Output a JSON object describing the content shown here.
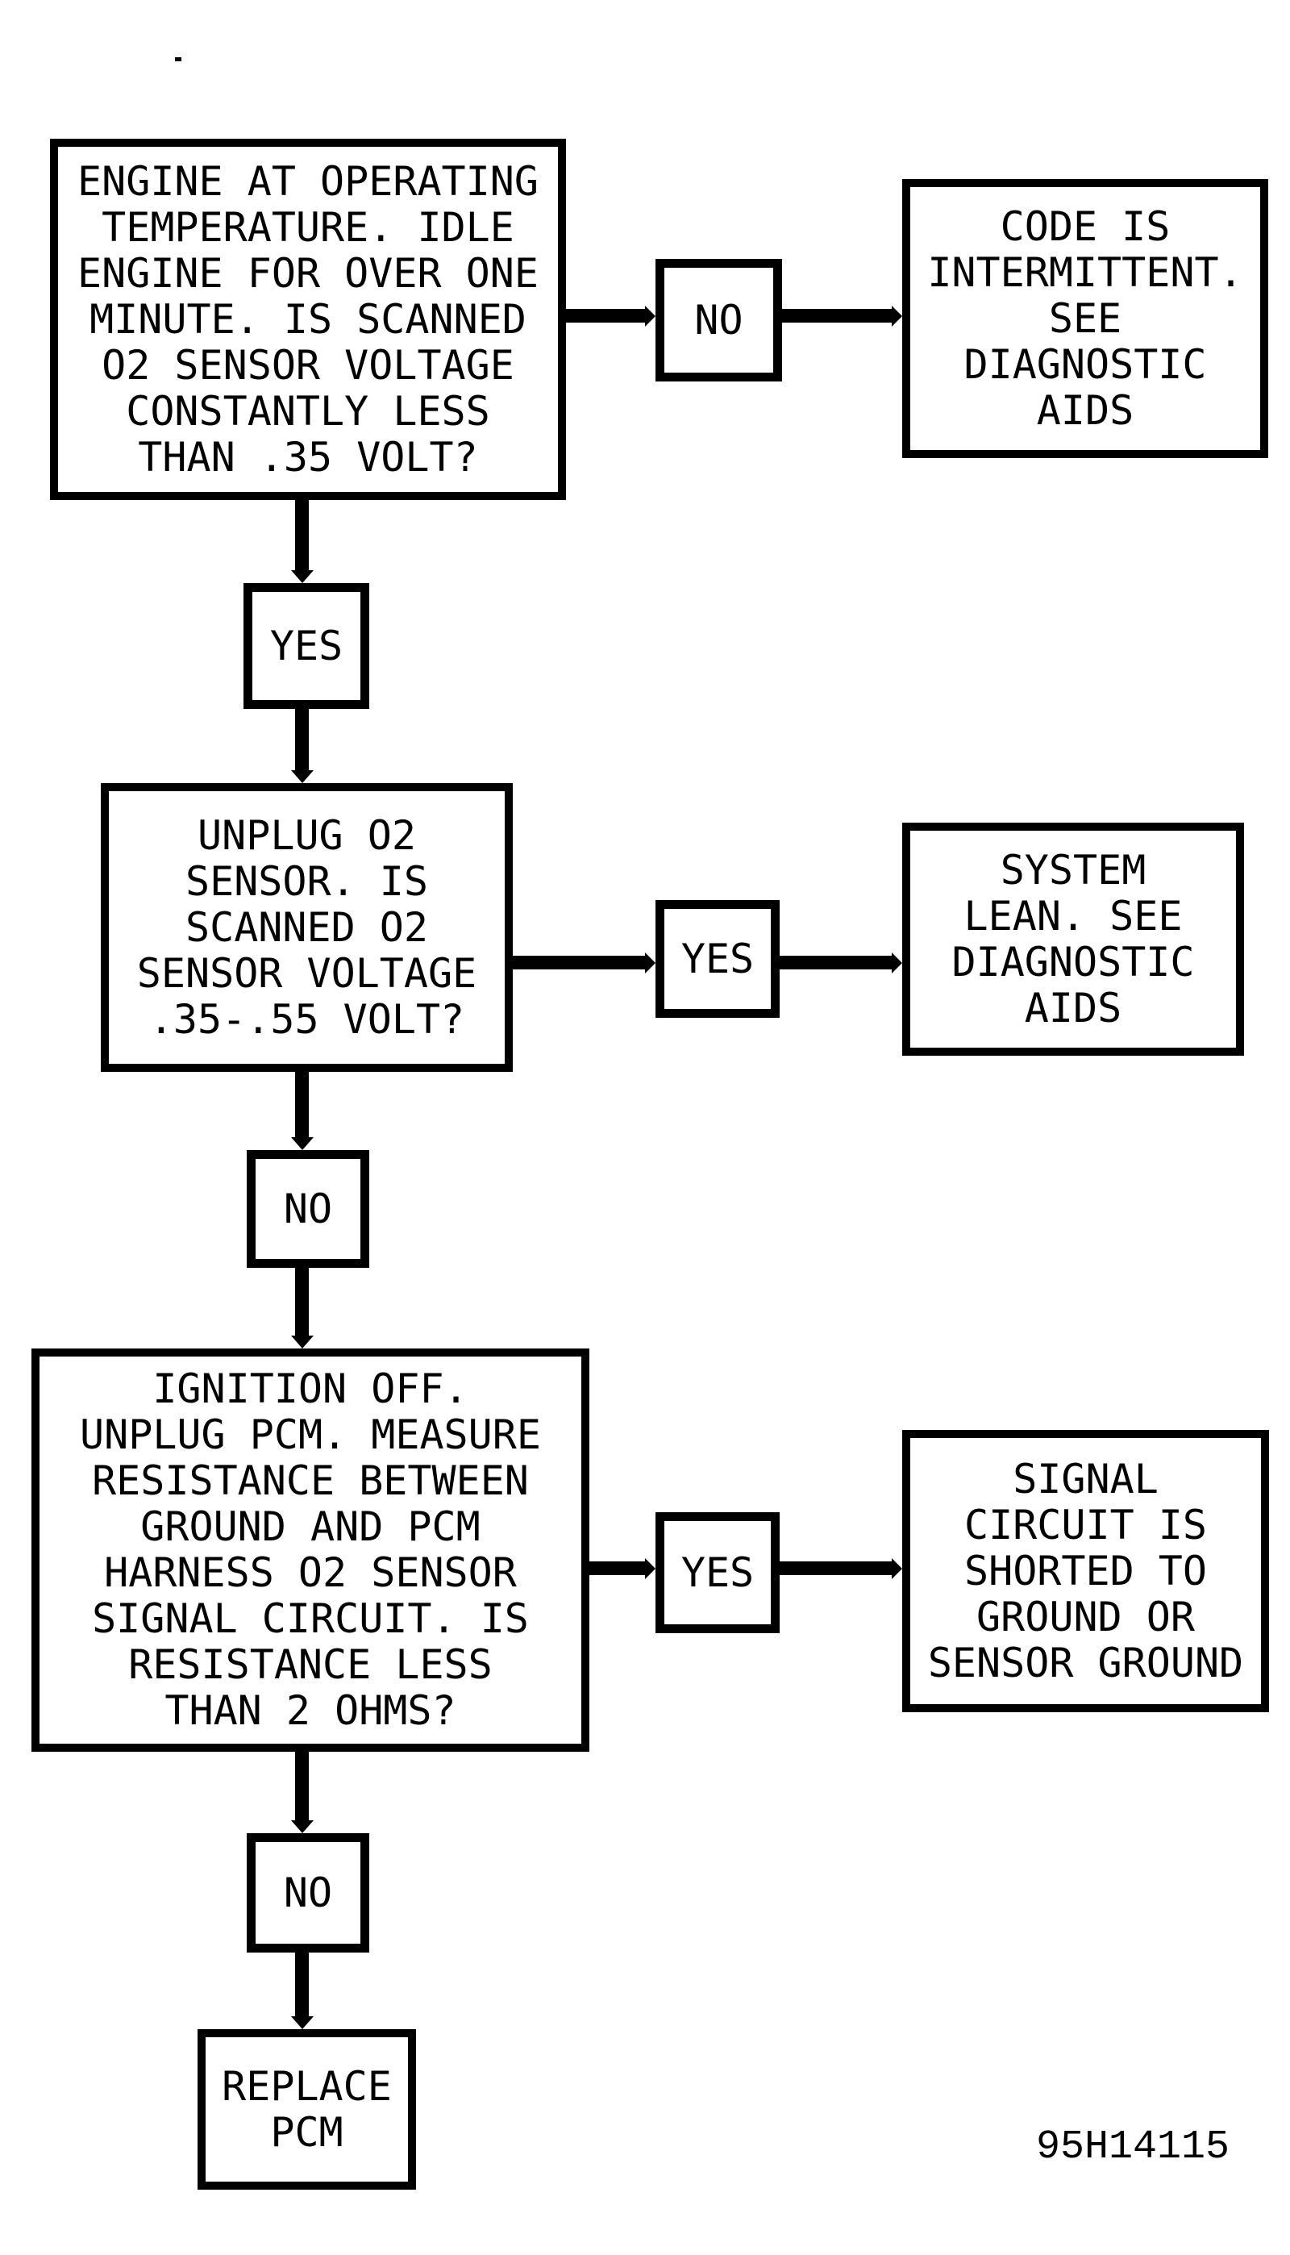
{
  "diagram": {
    "figure_code": "95H14115",
    "colors": {
      "ink": "#000000",
      "paper": "#ffffff"
    },
    "steps": {
      "step1": {
        "question": "ENGINE AT OPERATING\nTEMPERATURE. IDLE\nENGINE FOR OVER ONE\nMINUTE. IS SCANNED\nO2 SENSOR VOLTAGE\nCONSTANTLY LESS\nTHAN .35 VOLT?",
        "no_label": "NO",
        "no_outcome": "CODE IS\nINTERMITTENT.\nSEE\nDIAGNOSTIC\nAIDS",
        "yes_label": "YES"
      },
      "step2": {
        "question": "UNPLUG O2\nSENSOR. IS\nSCANNED O2\nSENSOR VOLTAGE\n.35-.55 VOLT?",
        "yes_label": "YES",
        "yes_outcome": "SYSTEM\nLEAN. SEE\nDIAGNOSTIC\nAIDS",
        "no_label": "NO"
      },
      "step3": {
        "question": "IGNITION OFF.\nUNPLUG PCM. MEASURE\nRESISTANCE BETWEEN\nGROUND AND PCM\nHARNESS O2 SENSOR\nSIGNAL CIRCUIT. IS\nRESISTANCE LESS\nTHAN 2 OHMS?",
        "yes_label": "YES",
        "yes_outcome": "SIGNAL\nCIRCUIT IS\nSHORTED TO\nGROUND OR\nSENSOR GROUND",
        "no_label": "NO",
        "final_outcome": "REPLACE\nPCM"
      }
    }
  }
}
